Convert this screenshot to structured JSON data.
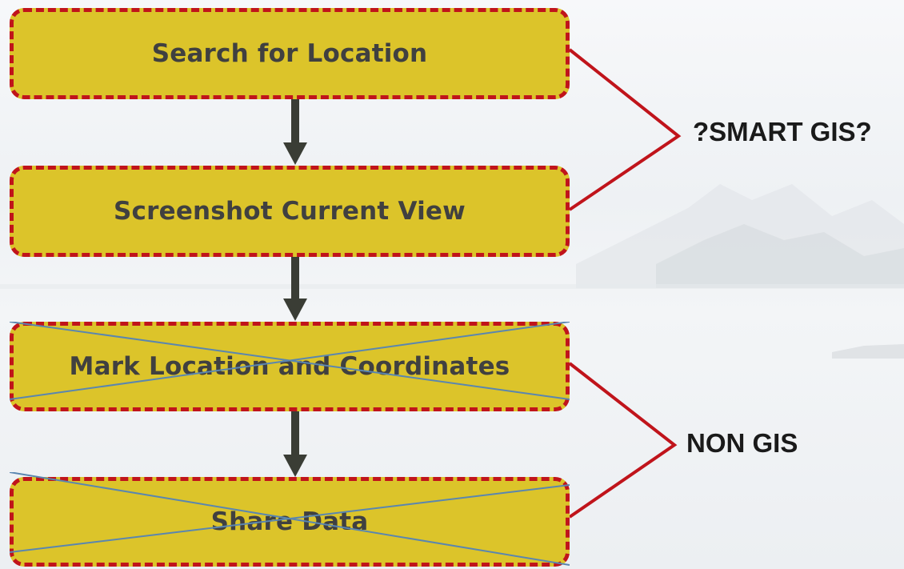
{
  "steps": [
    {
      "label": "Search for Location",
      "crossed_out": false
    },
    {
      "label": "Screenshot Current View",
      "crossed_out": false
    },
    {
      "label": "Mark Location and Coordinates",
      "crossed_out": true
    },
    {
      "label": "Share Data",
      "crossed_out": true
    }
  ],
  "groups": {
    "smart_gis": "?SMART GIS?",
    "non_gis": "NON GIS"
  },
  "colors": {
    "box_fill": "#dcc42a",
    "box_border": "#c0141b",
    "bracket": "#c0141b",
    "arrow": "#3a3d35",
    "cross_line": "#5a86b0"
  }
}
